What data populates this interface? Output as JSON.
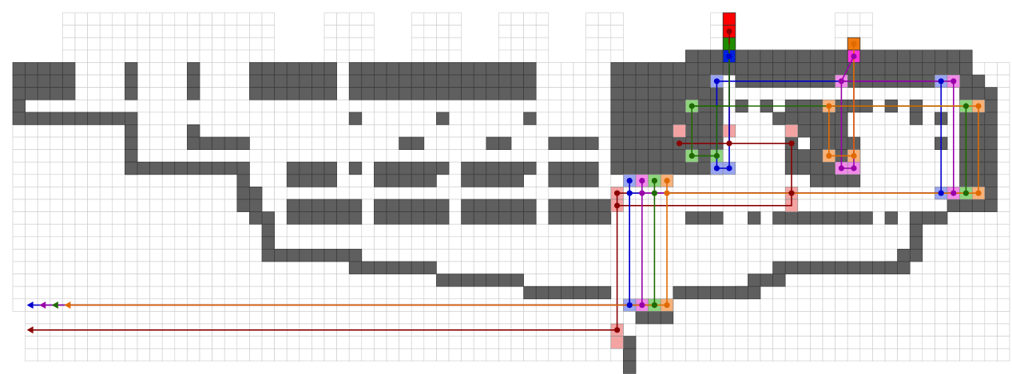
{
  "colors": {
    "background": "#ffffff",
    "grid_line": "#c8c8c8",
    "wall": "#5f5f5f",
    "wall_line": "#3a3a3a",
    "route_dark_red": "#8b0000",
    "route_blue": "#0000cc",
    "route_purple": "#9900aa",
    "route_green": "#1f6b00",
    "route_orange": "#e06a00",
    "highlight_red": "#f4a3a3",
    "highlight_blue": "#9aa6f0",
    "highlight_magenta": "#f08ce8",
    "highlight_green": "#8fd47f",
    "highlight_orange": "#f7b27a",
    "marker_red": "#ff0000",
    "marker_green": "#1f8c00",
    "marker_blue": "#0022dd",
    "marker_orange": "#f07a10",
    "marker_magenta": "#ff33dd"
  },
  "diagram": {
    "kind": "grid-routing-map",
    "route_names": [
      "dark-red",
      "blue",
      "purple",
      "green",
      "orange"
    ],
    "arrow_heads": [
      "blue-arrow",
      "purple-arrow",
      "green-arrow",
      "orange-arrow",
      "dark-red-arrow"
    ]
  }
}
